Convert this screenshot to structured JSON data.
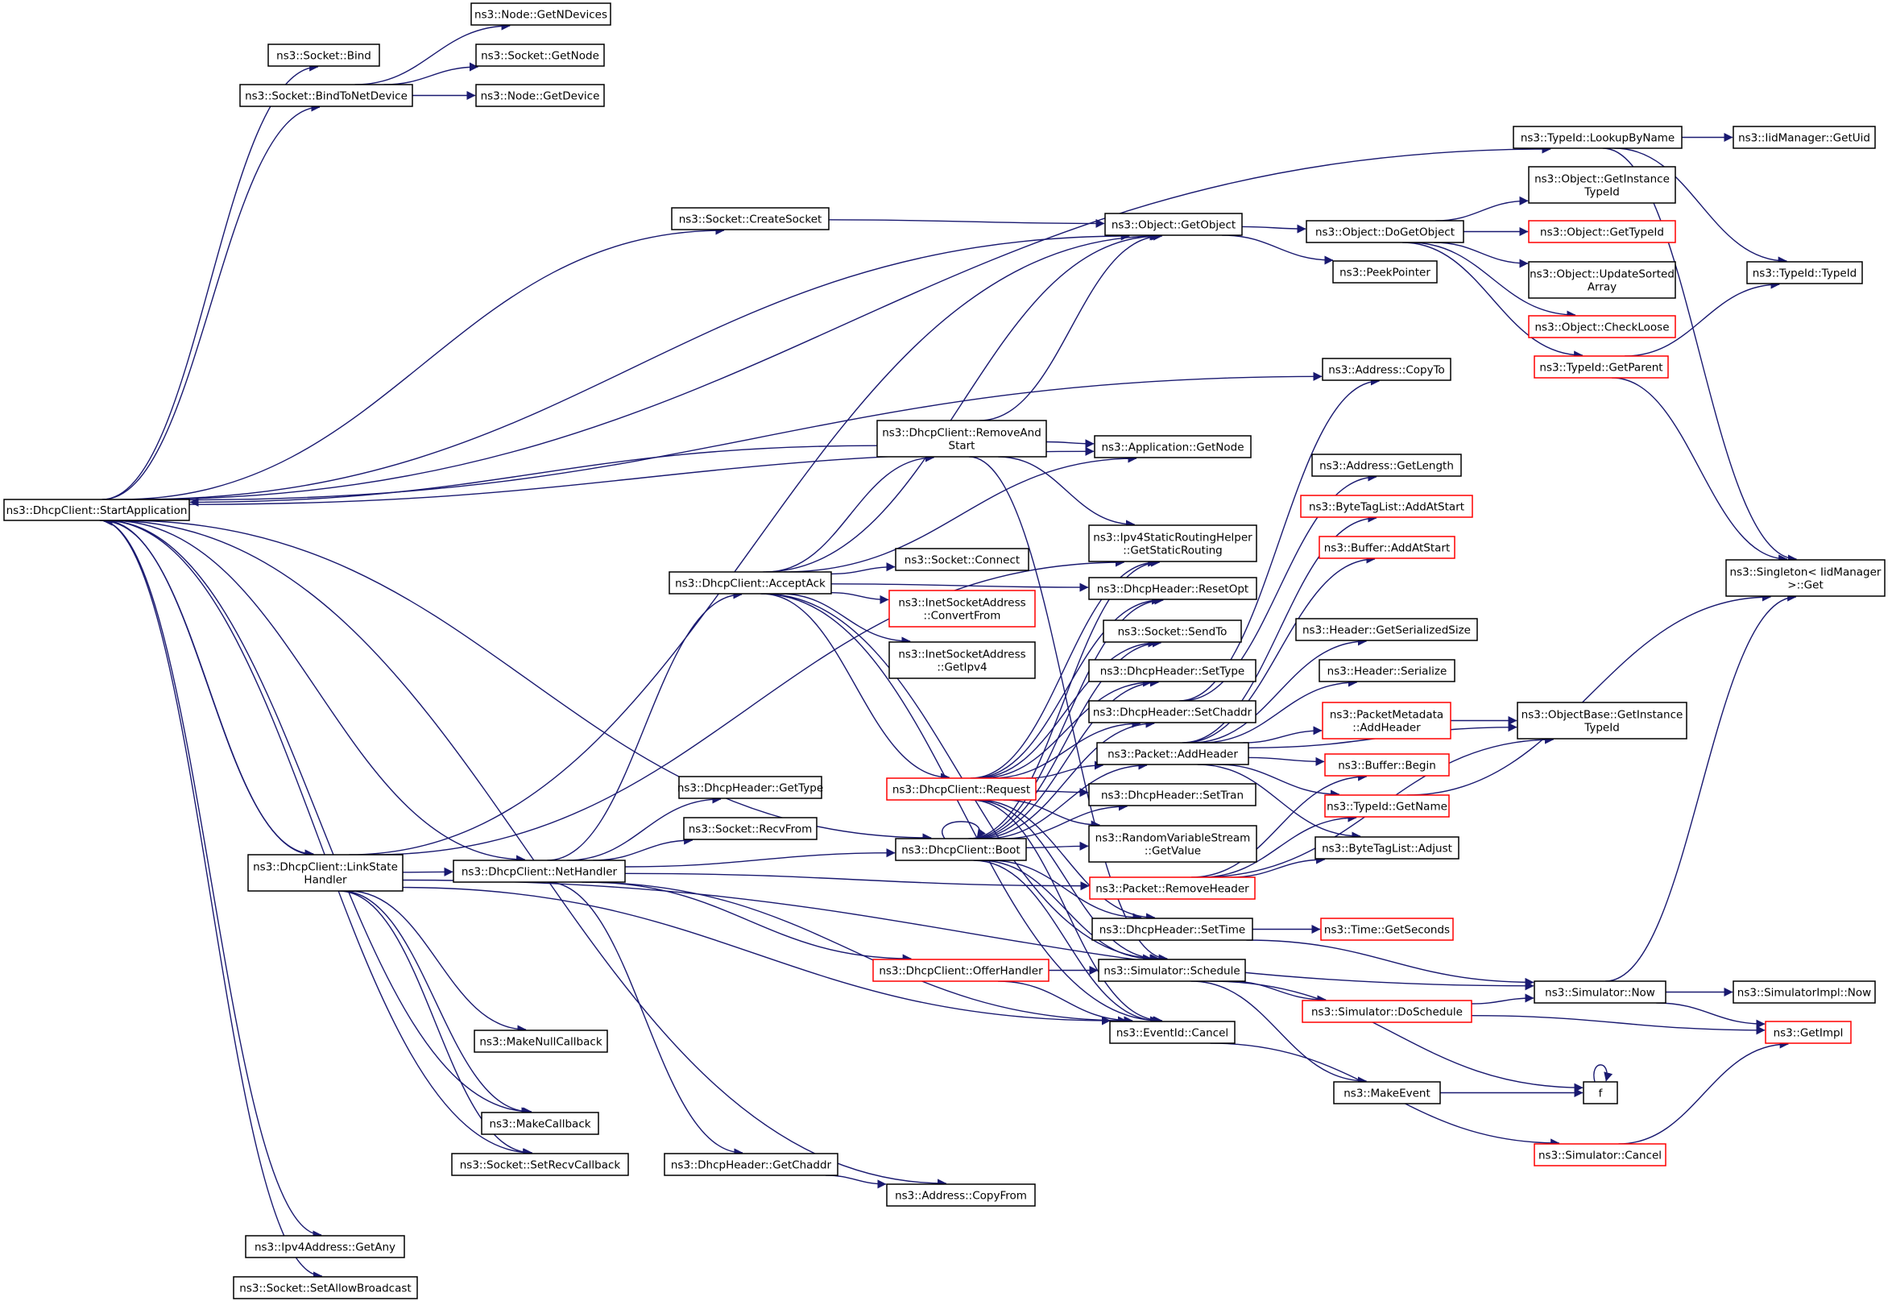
{
  "colors": {
    "edge": "#191970",
    "node_border": "#000000",
    "node_border_incomplete": "#ff0000",
    "root_fill": "#bfbfbf",
    "node_fill": "#ffffff"
  },
  "nodes": [
    {
      "id": "start",
      "lines": [
        "ns3::DhcpClient::StartApplication"
      ],
      "kind": "root"
    },
    {
      "id": "bind",
      "lines": [
        "ns3::Socket::Bind"
      ]
    },
    {
      "id": "bindnd",
      "lines": [
        "ns3::Socket::BindToNetDevice"
      ]
    },
    {
      "id": "getnd",
      "lines": [
        "ns3::Node::GetNDevices"
      ]
    },
    {
      "id": "sgetnode",
      "lines": [
        "ns3::Socket::GetNode"
      ]
    },
    {
      "id": "getdev",
      "lines": [
        "ns3::Node::GetDevice"
      ]
    },
    {
      "id": "lookup",
      "lines": [
        "ns3::TypeId::LookupByName"
      ]
    },
    {
      "id": "iidguid",
      "lines": [
        "ns3::IidManager::GetUid"
      ]
    },
    {
      "id": "createsock",
      "lines": [
        "ns3::Socket::CreateSocket"
      ]
    },
    {
      "id": "getobj",
      "lines": [
        "ns3::Object::GetObject"
      ]
    },
    {
      "id": "dogetobj",
      "lines": [
        "ns3::Object::DoGetObject"
      ]
    },
    {
      "id": "getinsttid",
      "lines": [
        "ns3::Object::GetInstance",
        "TypeId"
      ]
    },
    {
      "id": "gettypeid",
      "lines": [
        "ns3::Object::GetTypeId"
      ],
      "kind": "incomplete"
    },
    {
      "id": "updsorted",
      "lines": [
        "ns3::Object::UpdateSorted",
        "Array"
      ]
    },
    {
      "id": "checkloose",
      "lines": [
        "ns3::Object::CheckLoose"
      ],
      "kind": "incomplete"
    },
    {
      "id": "getparent",
      "lines": [
        "ns3::TypeId::GetParent"
      ],
      "kind": "incomplete"
    },
    {
      "id": "typeidc",
      "lines": [
        "ns3::TypeId::TypeId"
      ]
    },
    {
      "id": "peek",
      "lines": [
        "ns3::PeekPointer"
      ]
    },
    {
      "id": "copyto",
      "lines": [
        "ns3::Address::CopyTo"
      ]
    },
    {
      "id": "appgetnode",
      "lines": [
        "ns3::Application::GetNode"
      ]
    },
    {
      "id": "removestart",
      "lines": [
        "ns3::DhcpClient::RemoveAnd",
        "Start"
      ]
    },
    {
      "id": "getlen",
      "lines": [
        "ns3::Address::GetLength"
      ]
    },
    {
      "id": "btladd",
      "lines": [
        "ns3::ByteTagList::AddAtStart"
      ],
      "kind": "incomplete"
    },
    {
      "id": "bufadd",
      "lines": [
        "ns3::Buffer::AddAtStart"
      ],
      "kind": "incomplete"
    },
    {
      "id": "staticroute",
      "lines": [
        "ns3::Ipv4StaticRoutingHelper",
        "::GetStaticRouting"
      ]
    },
    {
      "id": "singleton",
      "lines": [
        "ns3::Singleton< IidManager",
        ">::Get"
      ]
    },
    {
      "id": "connect",
      "lines": [
        "ns3::Socket::Connect"
      ]
    },
    {
      "id": "convertfrom",
      "lines": [
        "ns3::InetSocketAddress",
        "::ConvertFrom"
      ],
      "kind": "incomplete"
    },
    {
      "id": "getipv4",
      "lines": [
        "ns3::InetSocketAddress",
        "::GetIpv4"
      ]
    },
    {
      "id": "acceptack",
      "lines": [
        "ns3::DhcpClient::AcceptAck"
      ]
    },
    {
      "id": "resetopt",
      "lines": [
        "ns3::DhcpHeader::ResetOpt"
      ]
    },
    {
      "id": "hdrsersize",
      "lines": [
        "ns3::Header::GetSerializedSize"
      ]
    },
    {
      "id": "sendto",
      "lines": [
        "ns3::Socket::SendTo"
      ]
    },
    {
      "id": "hdrserialize",
      "lines": [
        "ns3::Header::Serialize"
      ]
    },
    {
      "id": "settype",
      "lines": [
        "ns3::DhcpHeader::SetType"
      ]
    },
    {
      "id": "setchaddr",
      "lines": [
        "ns3::DhcpHeader::SetChaddr"
      ]
    },
    {
      "id": "pmaddhdr",
      "lines": [
        "ns3::PacketMetadata",
        "::AddHeader"
      ],
      "kind": "incomplete"
    },
    {
      "id": "objbasetid",
      "lines": [
        "ns3::ObjectBase::GetInstance",
        "TypeId"
      ]
    },
    {
      "id": "addheader",
      "lines": [
        "ns3::Packet::AddHeader"
      ]
    },
    {
      "id": "bufbegin",
      "lines": [
        "ns3::Buffer::Begin"
      ],
      "kind": "incomplete"
    },
    {
      "id": "request",
      "lines": [
        "ns3::DhcpClient::Request"
      ],
      "kind": "incomplete"
    },
    {
      "id": "gettypehdr",
      "lines": [
        "ns3::DhcpHeader::GetType"
      ]
    },
    {
      "id": "settran",
      "lines": [
        "ns3::DhcpHeader::SetTran"
      ]
    },
    {
      "id": "getname",
      "lines": [
        "ns3::TypeId::GetName"
      ],
      "kind": "incomplete"
    },
    {
      "id": "recvfrom",
      "lines": [
        "ns3::Socket::RecvFrom"
      ]
    },
    {
      "id": "rvsgetval",
      "lines": [
        "ns3::RandomVariableStream",
        "::GetValue"
      ]
    },
    {
      "id": "btladjust",
      "lines": [
        "ns3::ByteTagList::Adjust"
      ]
    },
    {
      "id": "boot",
      "lines": [
        "ns3::DhcpClient::Boot"
      ]
    },
    {
      "id": "linkstate",
      "lines": [
        "ns3::DhcpClient::LinkState",
        "Handler"
      ]
    },
    {
      "id": "nethandler",
      "lines": [
        "ns3::DhcpClient::NetHandler"
      ]
    },
    {
      "id": "removehdr",
      "lines": [
        "ns3::Packet::RemoveHeader"
      ],
      "kind": "incomplete"
    },
    {
      "id": "settime",
      "lines": [
        "ns3::DhcpHeader::SetTime"
      ]
    },
    {
      "id": "getseconds",
      "lines": [
        "ns3::Time::GetSeconds"
      ],
      "kind": "incomplete"
    },
    {
      "id": "offerhandler",
      "lines": [
        "ns3::DhcpClient::OfferHandler"
      ],
      "kind": "incomplete"
    },
    {
      "id": "simschedule",
      "lines": [
        "ns3::Simulator::Schedule"
      ]
    },
    {
      "id": "simnow",
      "lines": [
        "ns3::Simulator::Now"
      ]
    },
    {
      "id": "simimplnow",
      "lines": [
        "ns3::SimulatorImpl::Now"
      ]
    },
    {
      "id": "doschedule",
      "lines": [
        "ns3::Simulator::DoSchedule"
      ],
      "kind": "incomplete"
    },
    {
      "id": "getimpl",
      "lines": [
        "ns3::GetImpl"
      ],
      "kind": "incomplete"
    },
    {
      "id": "nullcb",
      "lines": [
        "ns3::MakeNullCallback"
      ]
    },
    {
      "id": "cancel",
      "lines": [
        "ns3::EventId::Cancel"
      ]
    },
    {
      "id": "makeevent",
      "lines": [
        "ns3::MakeEvent"
      ]
    },
    {
      "id": "f",
      "lines": [
        "f"
      ]
    },
    {
      "id": "makecb",
      "lines": [
        "ns3::MakeCallback"
      ]
    },
    {
      "id": "simcancel",
      "lines": [
        "ns3::Simulator::Cancel"
      ],
      "kind": "incomplete"
    },
    {
      "id": "setrecvcb",
      "lines": [
        "ns3::Socket::SetRecvCallback"
      ]
    },
    {
      "id": "getchaddr",
      "lines": [
        "ns3::DhcpHeader::GetChaddr"
      ]
    },
    {
      "id": "copyfrom",
      "lines": [
        "ns3::Address::CopyFrom"
      ]
    },
    {
      "id": "ipv4any",
      "lines": [
        "ns3::Ipv4Address::GetAny"
      ]
    },
    {
      "id": "allowbcast",
      "lines": [
        "ns3::Socket::SetAllowBroadcast"
      ]
    }
  ],
  "edges": [
    [
      "start",
      "bind"
    ],
    [
      "start",
      "bindnd"
    ],
    [
      "start",
      "lookup"
    ],
    [
      "start",
      "createsock"
    ],
    [
      "start",
      "getobj"
    ],
    [
      "start",
      "copyto"
    ],
    [
      "start",
      "appgetnode"
    ],
    [
      "start",
      "linkstate"
    ],
    [
      "start",
      "nethandler"
    ],
    [
      "start",
      "boot"
    ],
    [
      "start",
      "makecb"
    ],
    [
      "start",
      "setrecvcb"
    ],
    [
      "start",
      "copyfrom"
    ],
    [
      "start",
      "ipv4any"
    ],
    [
      "start",
      "allowbcast"
    ],
    [
      "bindnd",
      "getnd"
    ],
    [
      "bindnd",
      "sgetnode"
    ],
    [
      "bindnd",
      "getdev"
    ],
    [
      "lookup",
      "iidguid"
    ],
    [
      "lookup",
      "typeidc"
    ],
    [
      "lookup",
      "singleton"
    ],
    [
      "createsock",
      "getobj"
    ],
    [
      "getobj",
      "dogetobj"
    ],
    [
      "getobj",
      "peek"
    ],
    [
      "dogetobj",
      "getinsttid"
    ],
    [
      "dogetobj",
      "gettypeid"
    ],
    [
      "dogetobj",
      "updsorted"
    ],
    [
      "dogetobj",
      "checkloose"
    ],
    [
      "dogetobj",
      "getparent"
    ],
    [
      "getparent",
      "typeidc"
    ],
    [
      "getparent",
      "singleton"
    ],
    [
      "removestart",
      "start"
    ],
    [
      "removestart",
      "appgetnode"
    ],
    [
      "removestart",
      "getobj"
    ],
    [
      "removestart",
      "staticroute"
    ],
    [
      "removestart",
      "simschedule"
    ],
    [
      "linkstate",
      "start"
    ],
    [
      "linkstate",
      "nethandler"
    ],
    [
      "linkstate",
      "getobj"
    ],
    [
      "linkstate",
      "staticroute"
    ],
    [
      "linkstate",
      "nullcb"
    ],
    [
      "linkstate",
      "makecb"
    ],
    [
      "linkstate",
      "setrecvcb"
    ],
    [
      "linkstate",
      "cancel"
    ],
    [
      "linkstate",
      "simnow"
    ],
    [
      "nethandler",
      "acceptack"
    ],
    [
      "nethandler",
      "gettypehdr"
    ],
    [
      "nethandler",
      "recvfrom"
    ],
    [
      "nethandler",
      "boot"
    ],
    [
      "nethandler",
      "removehdr"
    ],
    [
      "nethandler",
      "offerhandler"
    ],
    [
      "nethandler",
      "getchaddr"
    ],
    [
      "nethandler",
      "cancel"
    ],
    [
      "acceptack",
      "removestart"
    ],
    [
      "acceptack",
      "appgetnode"
    ],
    [
      "acceptack",
      "getobj"
    ],
    [
      "acceptack",
      "connect"
    ],
    [
      "acceptack",
      "convertfrom"
    ],
    [
      "acceptack",
      "getipv4"
    ],
    [
      "acceptack",
      "request"
    ],
    [
      "acceptack",
      "resetopt"
    ],
    [
      "acceptack",
      "simschedule"
    ],
    [
      "acceptack",
      "cancel"
    ],
    [
      "request",
      "sendto"
    ],
    [
      "request",
      "settype"
    ],
    [
      "request",
      "setchaddr"
    ],
    [
      "request",
      "addheader"
    ],
    [
      "request",
      "settran"
    ],
    [
      "request",
      "rvsgetval"
    ],
    [
      "request",
      "resetopt"
    ],
    [
      "request",
      "staticroute"
    ],
    [
      "request",
      "settime"
    ],
    [
      "request",
      "simschedule"
    ],
    [
      "request",
      "cancel"
    ],
    [
      "boot",
      "boot"
    ],
    [
      "boot",
      "resetopt"
    ],
    [
      "boot",
      "sendto"
    ],
    [
      "boot",
      "settype"
    ],
    [
      "boot",
      "setchaddr"
    ],
    [
      "boot",
      "addheader"
    ],
    [
      "boot",
      "settran"
    ],
    [
      "boot",
      "rvsgetval"
    ],
    [
      "boot",
      "settime"
    ],
    [
      "boot",
      "simschedule"
    ],
    [
      "boot",
      "staticroute"
    ],
    [
      "boot",
      "cancel"
    ],
    [
      "setchaddr",
      "copyto"
    ],
    [
      "setchaddr",
      "getlen"
    ],
    [
      "addheader",
      "btladd"
    ],
    [
      "addheader",
      "bufadd"
    ],
    [
      "addheader",
      "objbasetid"
    ],
    [
      "addheader",
      "hdrsersize"
    ],
    [
      "addheader",
      "hdrserialize"
    ],
    [
      "addheader",
      "pmaddhdr"
    ],
    [
      "addheader",
      "bufbegin"
    ],
    [
      "addheader",
      "getname"
    ],
    [
      "addheader",
      "btladjust"
    ],
    [
      "pmaddhdr",
      "objbasetid"
    ],
    [
      "removehdr",
      "bufbegin"
    ],
    [
      "removehdr",
      "getname"
    ],
    [
      "removehdr",
      "btladjust"
    ],
    [
      "removehdr",
      "objbasetid"
    ],
    [
      "getname",
      "singleton"
    ],
    [
      "settime",
      "getseconds"
    ],
    [
      "settime",
      "simnow"
    ],
    [
      "offerhandler",
      "simschedule"
    ],
    [
      "offerhandler",
      "cancel"
    ],
    [
      "simschedule",
      "doschedule"
    ],
    [
      "simschedule",
      "makeevent"
    ],
    [
      "simschedule",
      "f"
    ],
    [
      "doschedule",
      "simnow"
    ],
    [
      "doschedule",
      "getimpl"
    ],
    [
      "simnow",
      "simimplnow"
    ],
    [
      "simnow",
      "getimpl"
    ],
    [
      "simnow",
      "singleton"
    ],
    [
      "makeevent",
      "f"
    ],
    [
      "f",
      "f"
    ],
    [
      "cancel",
      "simcancel"
    ],
    [
      "simcancel",
      "getimpl"
    ],
    [
      "getchaddr",
      "copyfrom"
    ]
  ]
}
